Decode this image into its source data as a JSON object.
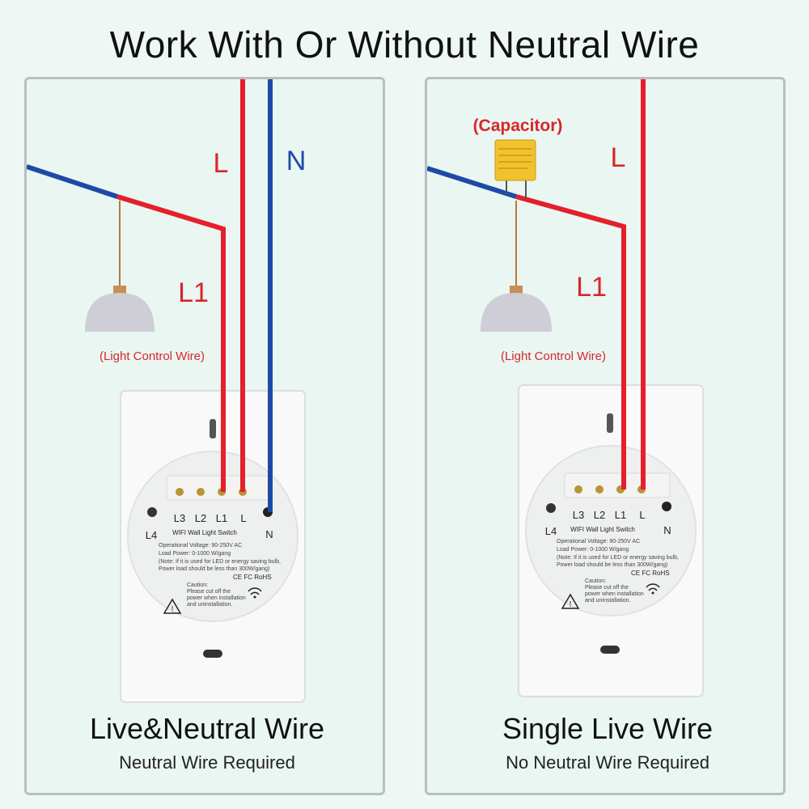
{
  "title": "Work With Or Without Neutral Wire",
  "colors": {
    "live": "#e51f2b",
    "neutral": "#1d4aa8",
    "capacitor": "#f2c22e",
    "text_red": "#d8262b"
  },
  "left_panel": {
    "heading": "Live&Neutral Wire",
    "subheading": "Neutral Wire Required",
    "labels": {
      "live": "L",
      "neutral": "N",
      "load": "L1",
      "light_wire": "(Light Control Wire)"
    }
  },
  "right_panel": {
    "heading": "Single Live Wire",
    "subheading": "No Neutral Wire Required",
    "labels": {
      "live": "L",
      "load": "L1",
      "light_wire": "(Light Control Wire)",
      "capacitor": "(Capacitor)"
    }
  },
  "switch": {
    "terminals": [
      "L3",
      "L2",
      "L1",
      "L"
    ],
    "side_left": "L4",
    "side_right": "N",
    "product_name": "WIFI Wall Light Switch",
    "spec_voltage": "Operational Voltage: 90-250V AC",
    "spec_load": "Load Power: 0-1000 W/gang",
    "spec_note_1": "(Note: If it is used for LED or energy saving bulb,",
    "spec_note_2": "Power load should be less than 300W/gang)",
    "certs": "CE FC RoHS",
    "caution_1": "Caution:",
    "caution_2": "Please cut off the",
    "caution_3": "power when installation",
    "caution_4": "and uninstallation."
  },
  "icons": [
    "lamp-icon",
    "warning-icon",
    "wifi-icon",
    "capacitor-icon"
  ]
}
